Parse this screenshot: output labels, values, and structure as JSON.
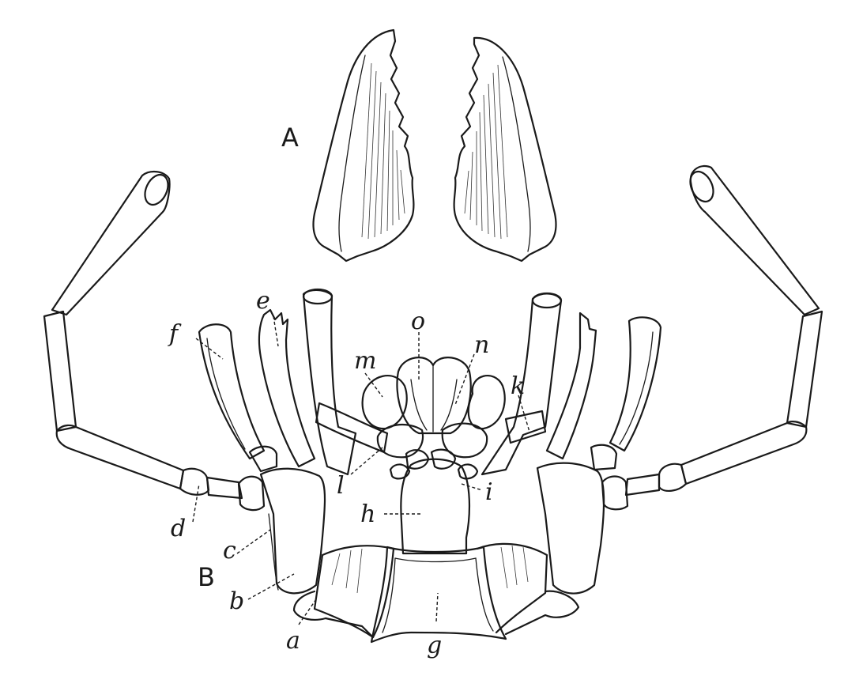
{
  "panels": {
    "A": "A",
    "B": "B"
  },
  "labels": {
    "a": "a",
    "b": "b",
    "c": "c",
    "d": "d",
    "e": "e",
    "f": "f",
    "g": "g",
    "h": "h",
    "i": "i",
    "k": "k",
    "l": "l",
    "m": "m",
    "n": "n",
    "o": "o"
  },
  "colors": {
    "ink": "#1a1a1a",
    "paper": "#ffffff"
  }
}
